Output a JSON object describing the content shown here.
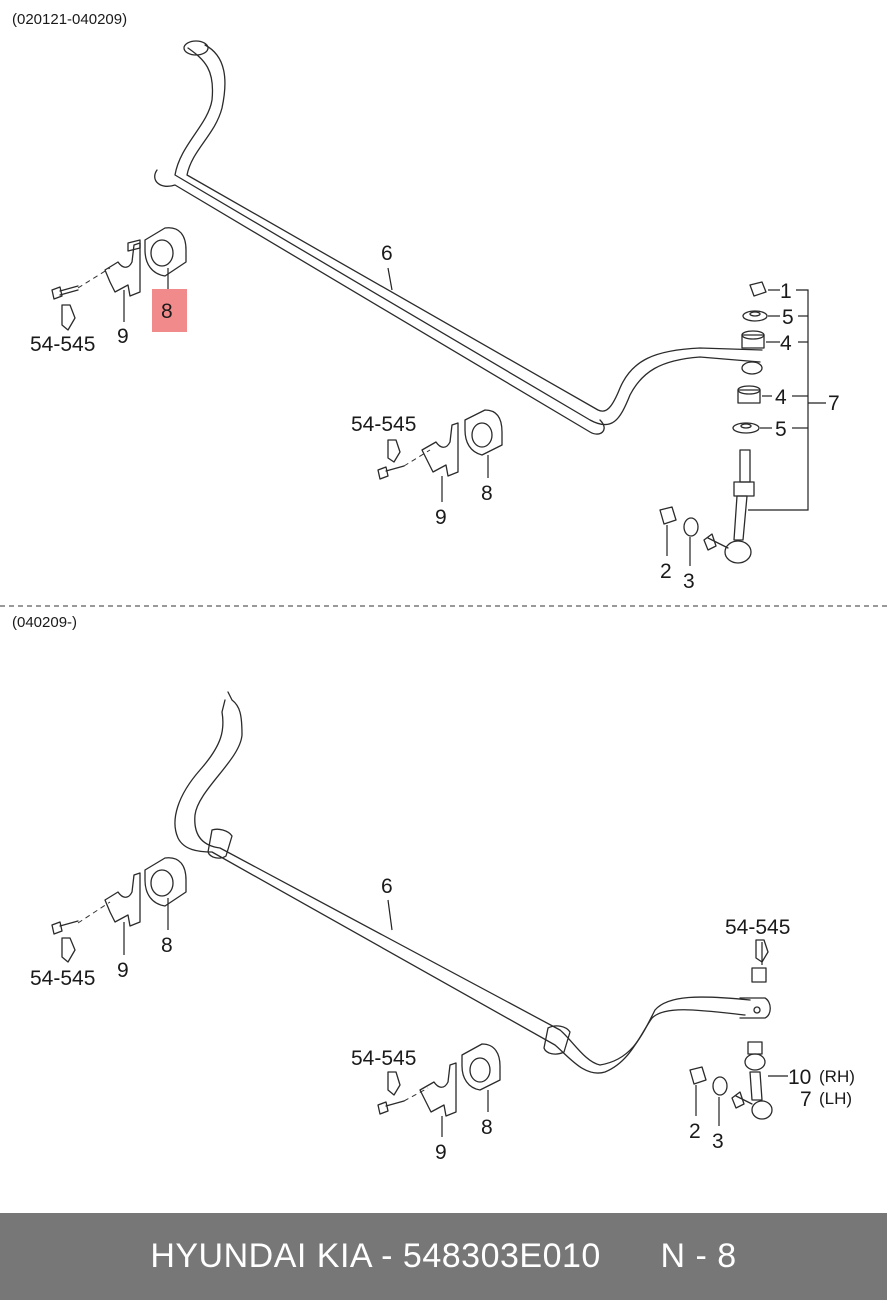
{
  "sections": [
    {
      "period": "(020121-040209)",
      "callouts": {
        "c1": "1",
        "c5a": "5",
        "c4a": "4",
        "c4b": "4",
        "c5b": "5",
        "c7": "7",
        "c6": "6",
        "c8a": "8",
        "c9a": "9",
        "c54a": "54-545",
        "c54b": "54-545",
        "c8b": "8",
        "c9b": "9",
        "c2": "2",
        "c3": "3"
      },
      "highlighted_part": "8"
    },
    {
      "period": "(040209-)",
      "callouts": {
        "c6": "6",
        "c8a": "8",
        "c9a": "9",
        "c54a": "54-545",
        "c54b": "54-545",
        "c8b": "8",
        "c9b": "9",
        "c54c": "54-545",
        "c10": "10",
        "rh": "(RH)",
        "c7": "7",
        "lh": "(LH)",
        "c2": "2",
        "c3": "3"
      }
    }
  ],
  "footer": {
    "brand_part": "HYUNDAI KIA - 548303E010",
    "page_ref": "N - 8"
  },
  "colors": {
    "highlight": "#f18b8b",
    "footer_bg": "#777777",
    "footer_text": "#ffffff"
  }
}
